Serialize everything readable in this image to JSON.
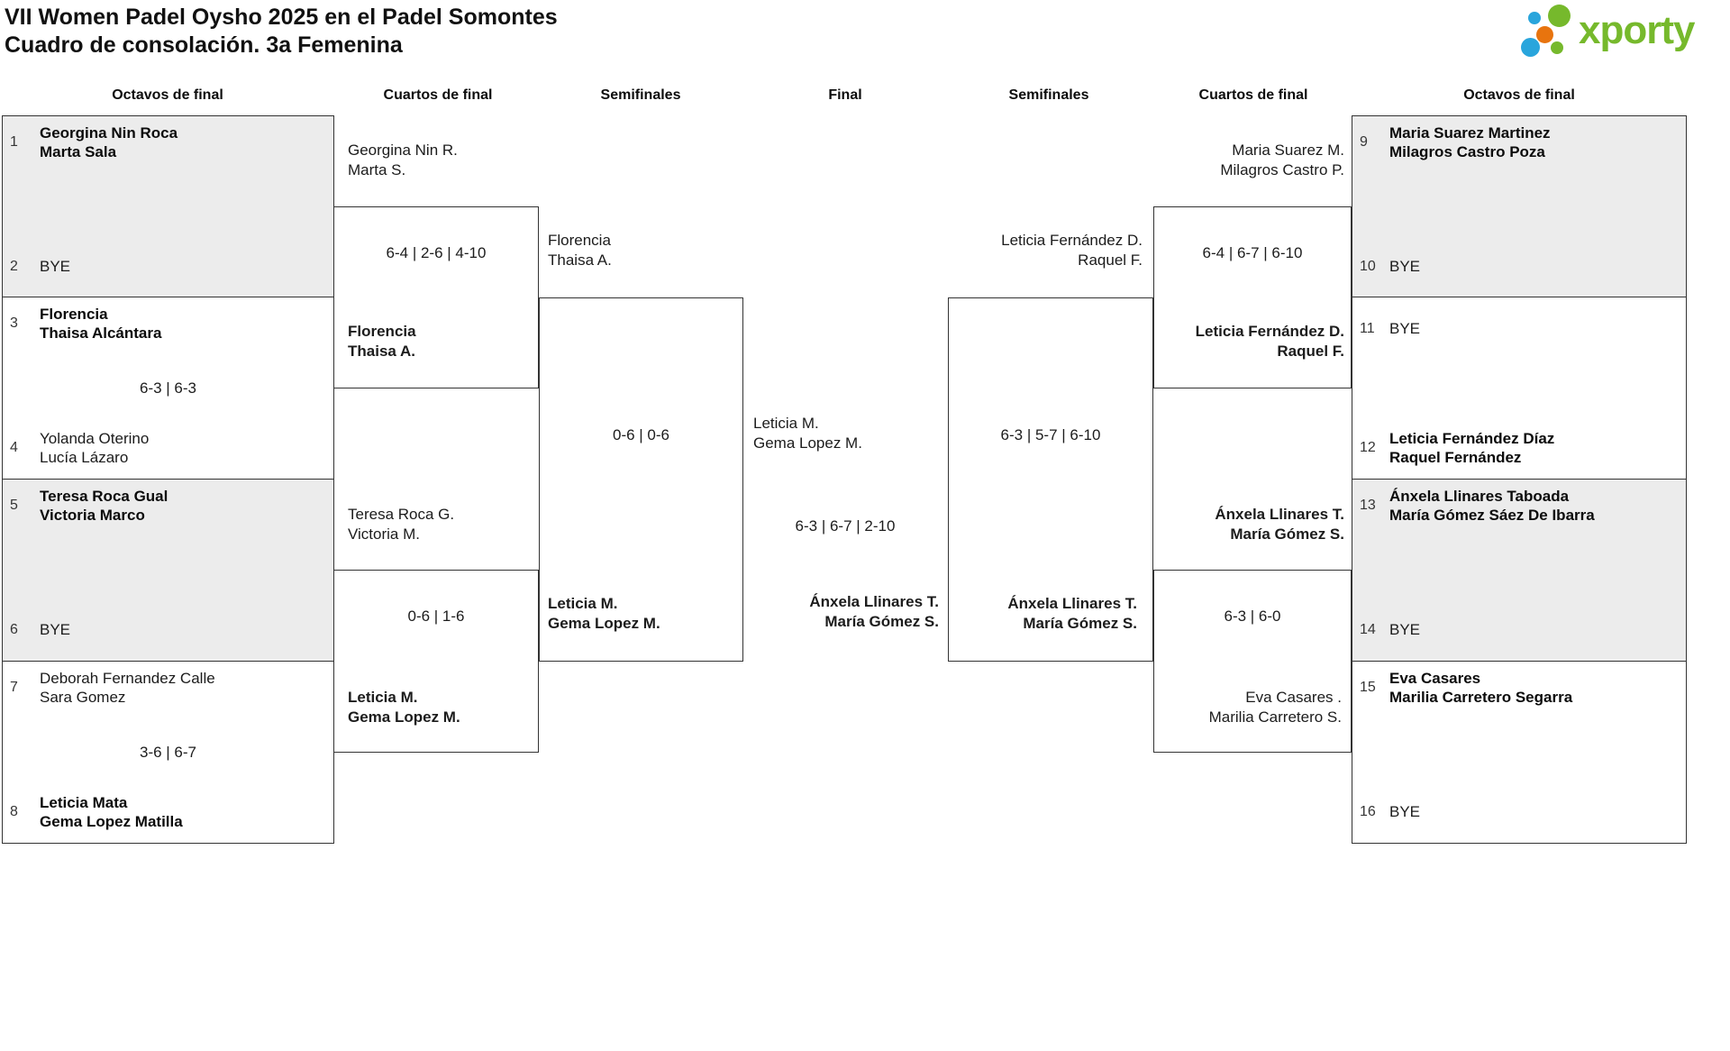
{
  "title": {
    "line1": "VII Women Padel Oysho 2025 en el Padel Somontes",
    "line2": "Cuadro de consolación. 3a Femenina"
  },
  "logo": {
    "brand": "xporty",
    "green": "#76b92c",
    "blue": "#29a5dc",
    "orange": "#e8740e"
  },
  "rounds": {
    "left_r16": "Octavos de final",
    "left_qf": "Cuartos de final",
    "left_sf": "Semifinales",
    "final": "Final",
    "right_sf": "Semifinales",
    "right_qf": "Cuartos de final",
    "right_r16": "Octavos de final"
  },
  "octavos": {
    "m12": {
      "seed_top": "1",
      "top1": "Georgina Nin Roca",
      "top2": "Marta Sala",
      "top_winner": true,
      "seed_bot": "2",
      "bot1": "BYE",
      "bot_winner": false,
      "score": ""
    },
    "m34": {
      "seed_top": "3",
      "top1": "Florencia",
      "top2": "Thaisa Alcántara",
      "top_winner": true,
      "seed_bot": "4",
      "bot1": "Yolanda Oterino",
      "bot2": "Lucía Lázaro",
      "bot_winner": false,
      "score": "6-3 | 6-3"
    },
    "m56": {
      "seed_top": "5",
      "top1": "Teresa Roca Gual",
      "top2": "Victoria Marco",
      "top_winner": true,
      "seed_bot": "6",
      "bot1": "BYE",
      "bot_winner": false,
      "score": ""
    },
    "m78": {
      "seed_top": "7",
      "top1": "Deborah Fernandez Calle",
      "top2": "Sara Gomez",
      "top_winner": false,
      "seed_bot": "8",
      "bot1": "Leticia Mata",
      "bot2": "Gema Lopez Matilla",
      "bot_winner": true,
      "score": "3-6 | 6-7"
    },
    "m910": {
      "seed_top": "9",
      "top1": "Maria Suarez Martinez",
      "top2": "Milagros Castro Poza",
      "top_winner": true,
      "seed_bot": "10",
      "bot1": "BYE",
      "bot_winner": false,
      "score": ""
    },
    "m1112": {
      "seed_top": "11",
      "top1": "BYE",
      "top_winner": false,
      "seed_bot": "12",
      "bot1": "Leticia Fernández Díaz",
      "bot2": "Raquel Fernández",
      "bot_winner": true,
      "score": ""
    },
    "m1314": {
      "seed_top": "13",
      "top1": "Ánxela Llinares Taboada",
      "top2": "María Gómez Sáez De Ibarra",
      "top_winner": true,
      "seed_bot": "14",
      "bot1": "BYE",
      "bot_winner": false,
      "score": ""
    },
    "m1516": {
      "seed_top": "15",
      "top1": "Eva Casares",
      "top2": "Marilia Carretero Segarra",
      "top_winner": true,
      "seed_bot": "16",
      "bot1": "BYE",
      "bot_winner": false,
      "score": ""
    }
  },
  "cuartos": {
    "left_top": {
      "t1a": "Georgina Nin R.",
      "t1b": "Marta S.",
      "t1_winner": false,
      "score": "6-4 | 2-6 | 4-10",
      "t2a": "Florencia",
      "t2b": "Thaisa A.",
      "t2_winner": true
    },
    "left_bot": {
      "t1a": "Teresa Roca G.",
      "t1b": "Victoria M.",
      "t1_winner": false,
      "score": "0-6 | 1-6",
      "t2a": "Leticia M.",
      "t2b": "Gema Lopez M.",
      "t2_winner": true
    },
    "right_top": {
      "t1a": "Maria Suarez M.",
      "t1b": "Milagros Castro P.",
      "t1_winner": false,
      "score": "6-4 | 6-7 | 6-10",
      "t2a": "Leticia Fernández D.",
      "t2b": "Raquel F.",
      "t2_winner": true
    },
    "right_bot": {
      "t1a": "Ánxela Llinares T.",
      "t1b": "María Gómez S.",
      "t1_winner": true,
      "score": "6-3 | 6-0",
      "t2a": "Eva Casares .",
      "t2b": "Marilia Carretero S.",
      "t2_winner": false
    }
  },
  "semifinales": {
    "left": {
      "t1a": "Florencia",
      "t1b": "Thaisa A.",
      "t1_winner": false,
      "score": "0-6 | 0-6",
      "t2a": "Leticia M.",
      "t2b": "Gema Lopez M.",
      "t2_winner": true
    },
    "right": {
      "t1a": "Leticia Fernández D.",
      "t1b": "Raquel F.",
      "t1_winner": false,
      "score": "6-3 | 5-7 | 6-10",
      "t2a": "Ánxela Llinares T.",
      "t2b": "María Gómez S.",
      "t2_winner": true
    }
  },
  "final": {
    "t1a": "Leticia M.",
    "t1b": "Gema Lopez M.",
    "t1_winner": false,
    "score": "6-3 | 6-7 | 2-10",
    "t2a": "Ánxela Llinares T.",
    "t2b": "María Gómez S.",
    "t2_winner": true
  }
}
